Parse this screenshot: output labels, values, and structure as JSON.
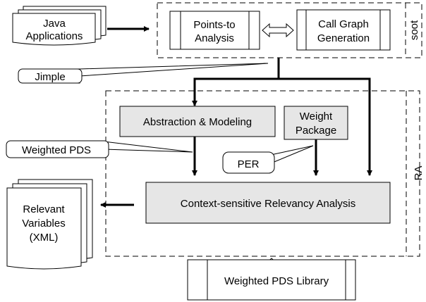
{
  "inputs": {
    "java_line1": "Java",
    "java_line2": "Applications",
    "jimple": "Jimple"
  },
  "soot": {
    "label": "soot",
    "points_to_line1": "Points-to",
    "points_to_line2": "Analysis",
    "call_graph_line1": "Call Graph",
    "call_graph_line2": "Generation"
  },
  "ra": {
    "label": "RA",
    "abstraction": "Abstraction & Modeling",
    "weight_line1": "Weight",
    "weight_line2": "Package",
    "context_sensitive": "Context-sensitive Relevancy Analysis"
  },
  "callouts": {
    "weighted_pds": "Weighted PDS",
    "per": "PER"
  },
  "outputs": {
    "relevant_line1": "Relevant",
    "relevant_line2": "Variables",
    "relevant_line3": "(XML)"
  },
  "library": {
    "label": "Weighted PDS Library"
  },
  "colors": {
    "box_fill": "#e6e6e6",
    "stroke": "#000000"
  }
}
